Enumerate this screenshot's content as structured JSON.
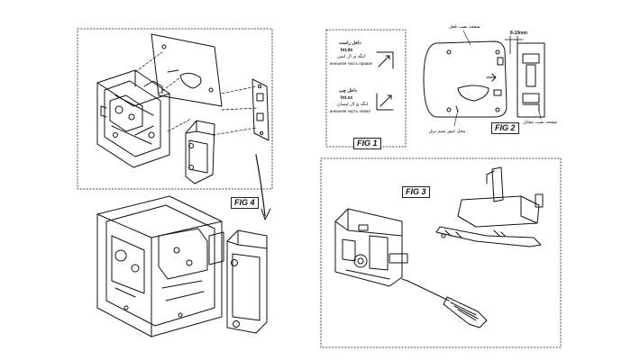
{
  "fig1": {
    "tag": "FIG 1",
    "right_box": {
      "l1": "داخل راست",
      "l2": "Int.dx",
      "l3": "لنگه ی ال ایمن",
      "l4": "внешняя часть правая"
    },
    "left_box": {
      "l1": "داخل چپ",
      "l2": "Int.sx",
      "l3": "لنگه ی ال لیسان",
      "l4": "внешняя часть левая"
    }
  },
  "fig2": {
    "tag": "FIG 2",
    "top_label": "صفحه نصب قفل",
    "gap_label": "8-10mm",
    "right_label": "صفحه نصب مقابل",
    "bottom_label": "محل عبور سیم برق"
  },
  "fig3": {
    "tag": "FIG 3"
  },
  "fig4": {
    "tag": "FIG 4"
  }
}
